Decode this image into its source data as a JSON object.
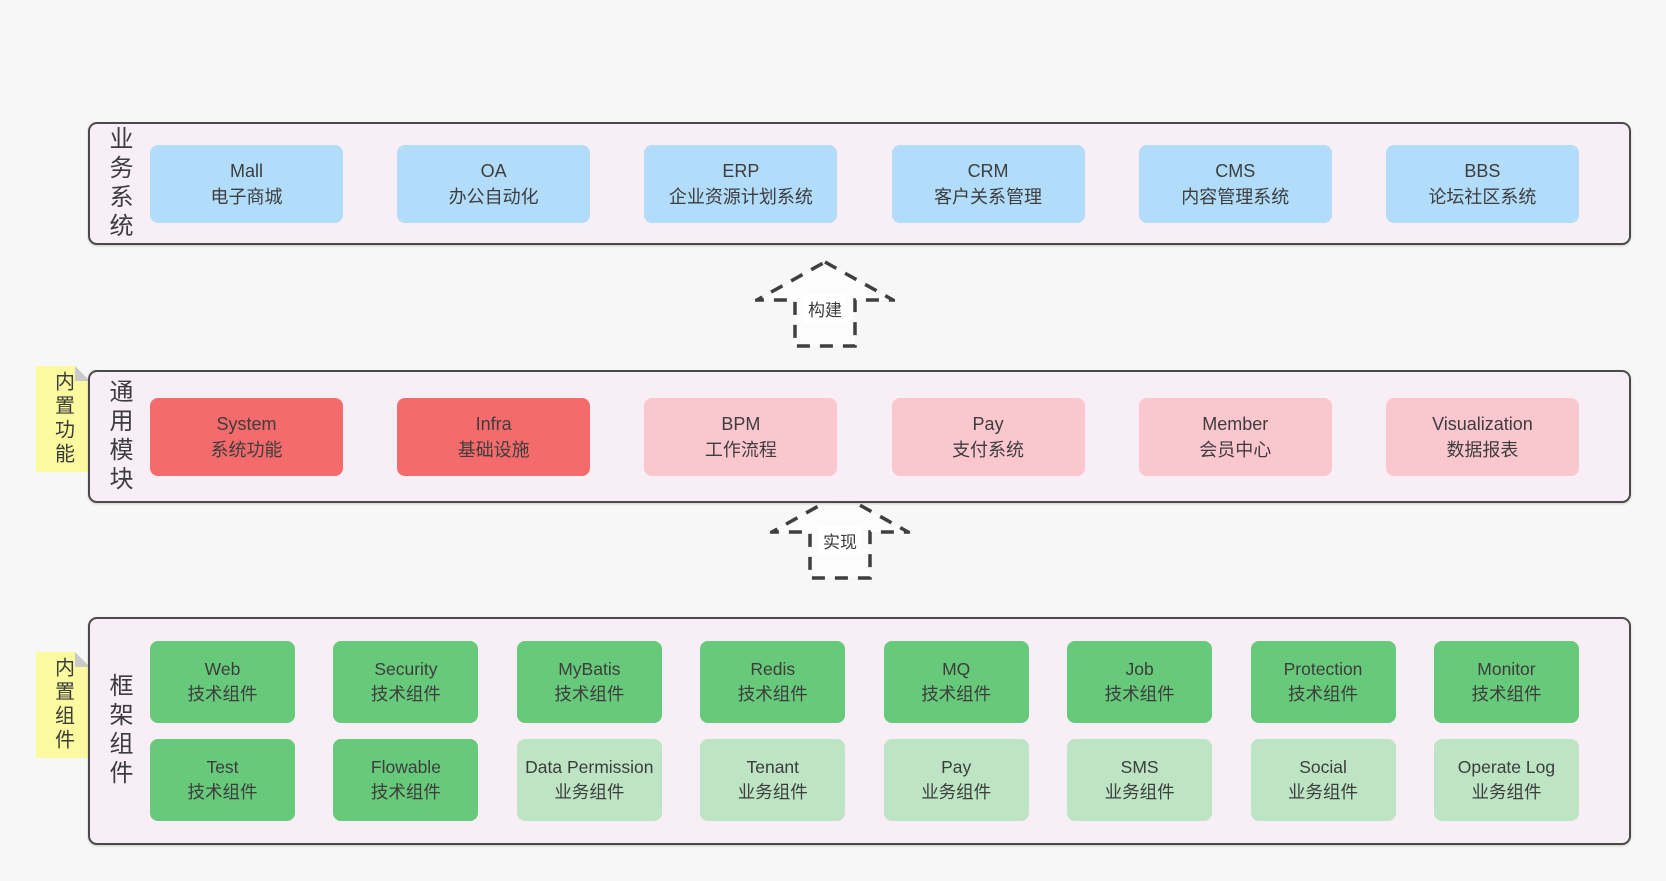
{
  "colors": {
    "page_bg": "#f7f7f7",
    "section_bg": "#f8eef6",
    "section_border": "#4a4a4a",
    "text": "#3c3c3c",
    "blue": "#b1dcfa",
    "red": "#f56b6c",
    "pink": "#fbc7cf",
    "green_dark": "#67c97a",
    "green_light": "#bde5c4",
    "sticky_bg": "#fbfa9e",
    "sticky_fold": "#c9c9c9",
    "arrow_fill": "#fcfcfc",
    "arrow_stroke": "#3f3f3f"
  },
  "sections": [
    {
      "id": "business",
      "label": "业务系统",
      "rows": [
        [
          {
            "en": "Mall",
            "zh": "电子商城",
            "variant": "blue"
          },
          {
            "en": "OA",
            "zh": "办公自动化",
            "variant": "blue"
          },
          {
            "en": "ERP",
            "zh": "企业资源计划系统",
            "variant": "blue"
          },
          {
            "en": "CRM",
            "zh": "客户关系管理",
            "variant": "blue"
          },
          {
            "en": "CMS",
            "zh": "内容管理系统",
            "variant": "blue"
          },
          {
            "en": "BBS",
            "zh": "论坛社区系统",
            "variant": "blue"
          }
        ]
      ]
    },
    {
      "id": "modules",
      "label": "通用模块",
      "rows": [
        [
          {
            "en": "System",
            "zh": "系统功能",
            "variant": "red"
          },
          {
            "en": "Infra",
            "zh": "基础设施",
            "variant": "red"
          },
          {
            "en": "BPM",
            "zh": "工作流程",
            "variant": "pink"
          },
          {
            "en": "Pay",
            "zh": "支付系统",
            "variant": "pink"
          },
          {
            "en": "Member",
            "zh": "会员中心",
            "variant": "pink"
          },
          {
            "en": "Visualization",
            "zh": "数据报表",
            "variant": "pink"
          }
        ]
      ]
    },
    {
      "id": "framework",
      "label": "框架组件",
      "rows": [
        [
          {
            "en": "Web",
            "zh": "技术组件",
            "variant": "green_dark"
          },
          {
            "en": "Security",
            "zh": "技术组件",
            "variant": "green_dark"
          },
          {
            "en": "MyBatis",
            "zh": "技术组件",
            "variant": "green_dark"
          },
          {
            "en": "Redis",
            "zh": "技术组件",
            "variant": "green_dark"
          },
          {
            "en": "MQ",
            "zh": "技术组件",
            "variant": "green_dark"
          },
          {
            "en": "Job",
            "zh": "技术组件",
            "variant": "green_dark"
          },
          {
            "en": "Protection",
            "zh": "技术组件",
            "variant": "green_dark"
          },
          {
            "en": "Monitor",
            "zh": "技术组件",
            "variant": "green_dark"
          }
        ],
        [
          {
            "en": "Test",
            "zh": "技术组件",
            "variant": "green_dark"
          },
          {
            "en": "Flowable",
            "zh": "技术组件",
            "variant": "green_dark"
          },
          {
            "en": "Data Permission",
            "zh": "业务组件",
            "variant": "green_light"
          },
          {
            "en": "Tenant",
            "zh": "业务组件",
            "variant": "green_light"
          },
          {
            "en": "Pay",
            "zh": "业务组件",
            "variant": "green_light"
          },
          {
            "en": "SMS",
            "zh": "业务组件",
            "variant": "green_light"
          },
          {
            "en": "Social",
            "zh": "业务组件",
            "variant": "green_light"
          },
          {
            "en": "Operate Log",
            "zh": "业务组件",
            "variant": "green_light"
          }
        ]
      ]
    }
  ],
  "arrows": [
    {
      "id": "build",
      "label": "构建"
    },
    {
      "id": "implement",
      "label": "实现"
    }
  ],
  "stickies": [
    {
      "id": "builtin-functions",
      "label": "内置功能"
    },
    {
      "id": "builtin-components",
      "label": "内置组件"
    }
  ]
}
